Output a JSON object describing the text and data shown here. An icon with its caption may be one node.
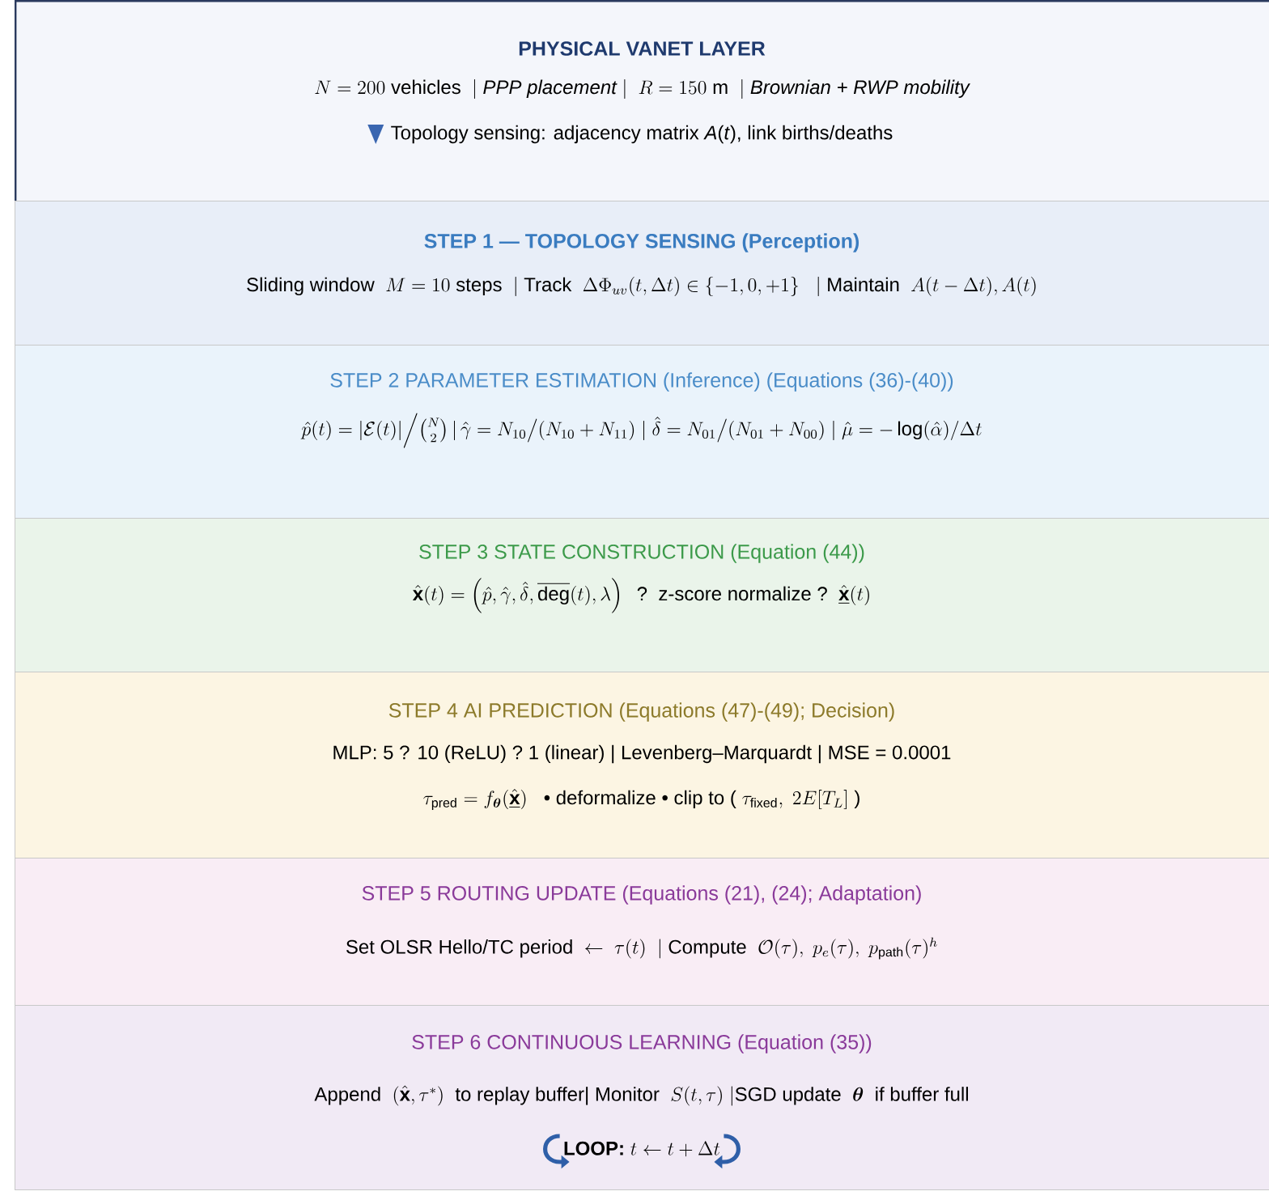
{
  "diagram": {
    "nodes": [
      {
        "text": [
          "PHYSICAL VANET LAYER",
          "N=200\\ \\text{vehicles}\\ \\ |\\ \\textit{PPP placement}\\ |\\ \\ R=150\\ \\mathrm{m}\\ \\ |\\ \\textit{Brownian + RWP mobility}",
          "Topology sensing: adjacency matrix *A*(*t*), link births/deaths"
        ]
      },
      {
        "text": [
          "STEP 1 — TOPOLOGY SENSING (Perception)",
          "\\text{Sliding window }\\ M=10\\ \\text{steps}\\ \\ |\\text{ Track }\\ \\Delta\\Phi_{uv}(t,\\Delta t)\\in\\{-1,0,+1\\}\\ \\ \\ |\\text{ Maintain }\\ A(t-\\Delta t),A(t)"
        ]
      },
      {
        "text": [
          "STEP 2   PARAMETER ESTIMATION (Inference) (Equations (36)-(40))",
          "\\hat{p}(t)=|\\mathcal{E}(t)|\\Big/\\binom{N}{2}\\,|\\,\\hat{\\gamma}=N_{10}\\big/(N_{10}+N_{11})\\ |\\ \\hat{\\delta}=N_{01}\\big/(N_{01}+N_{00})\\ |\\ \\hat{\\mu}=-\\log(\\hat{\\alpha})/\\Delta t"
        ]
      },
      {
        "text": [
          "STEP 3   STATE CONSTRUCTION (Equation (44))",
          "\\hat{\\mathbf{x}}(t)=\\left(\\hat{p},\\hat{\\gamma},\\hat{\\delta},\\overline{\\mathrm{deg}}(t),\\lambda\\right)\\ \\text{ ?\\ \\ z-score normalize ?}\\ \\ \\underline{\\hat{\\mathbf{x}}}(t)"
        ]
      },
      {
        "text": [
          "STEP 4   AI PREDICTION (Equations (47)-(49); Decision)",
          "MLP: 5 ?   10 (ReLU) ?   1 (linear) | Levenberg–Marquardt | MSE = 0.0001",
          "\\tau_{\\mathrm{pred}}=f_{\\boldsymbol{\\theta}}(\\underline{\\hat{\\mathbf{x}}})\\ \\ \\text{ • deformalize • clip to (}\\ \\tau_{\\mathrm{fixed}},\\ 2E[T_L]\\ \\text{)}"
        ]
      },
      {
        "text": [
          "STEP 5   ROUTING UPDATE (Equations (21), (24); Adaptation)",
          "\\text{Set OLSR Hello/TC period}\\ \\leftarrow\\ \\tau(t)\\ \\ |\\text{ Compute }\\ \\mathcal{O}(\\tau),\\ p_e(\\tau),\\ p_{\\mathrm{path}}(\\tau)^h"
        ]
      },
      {
        "text": [
          "STEP 6   CONTINUOUS LEARNING (Equation (35))",
          "\\text{Append }\\ (\\hat{\\mathbf{x}},\\tau^{*})\\ \\text{ to replay buffer| Monitor }\\ S(t,\\tau)\\ |\\text{SGD update }\\ \\boldsymbol{\\theta}\\ \\text{ if buffer full}",
          "\\textbf{LOOP:}\\ t\\leftarrow t+\\Delta t"
        ]
      }
    ]
  }
}
